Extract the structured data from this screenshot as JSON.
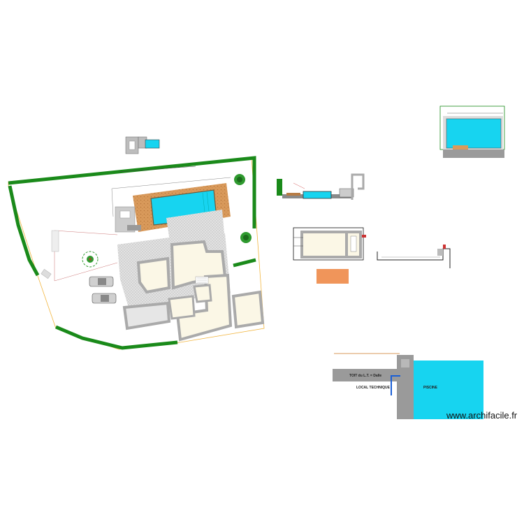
{
  "watermark": "www.archifacile.fr",
  "section": {
    "roof_label": "TOIT du L.T. = Dalle",
    "tech_room_label": "LOCAL TECHNIQUE",
    "pool_label": "PISCINE"
  },
  "colors": {
    "hedge": "#1a8a1a",
    "pool_water": "#17d4f0",
    "terrace": "#d99a5b",
    "room_fill": "#fbf7e6",
    "wall": "#aaaaaa",
    "paving": "#dcdcdc",
    "orange_block": "#f0955a",
    "plot_boundary": "#f2b640"
  }
}
